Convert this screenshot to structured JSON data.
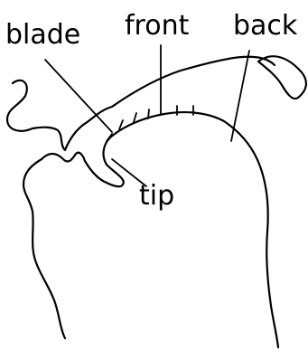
{
  "diagram": {
    "labels": {
      "blade": "blade",
      "front": "front",
      "back": "back",
      "tip": "tip"
    },
    "colors": {
      "ink": "#000000",
      "background": "#ffffff"
    }
  }
}
